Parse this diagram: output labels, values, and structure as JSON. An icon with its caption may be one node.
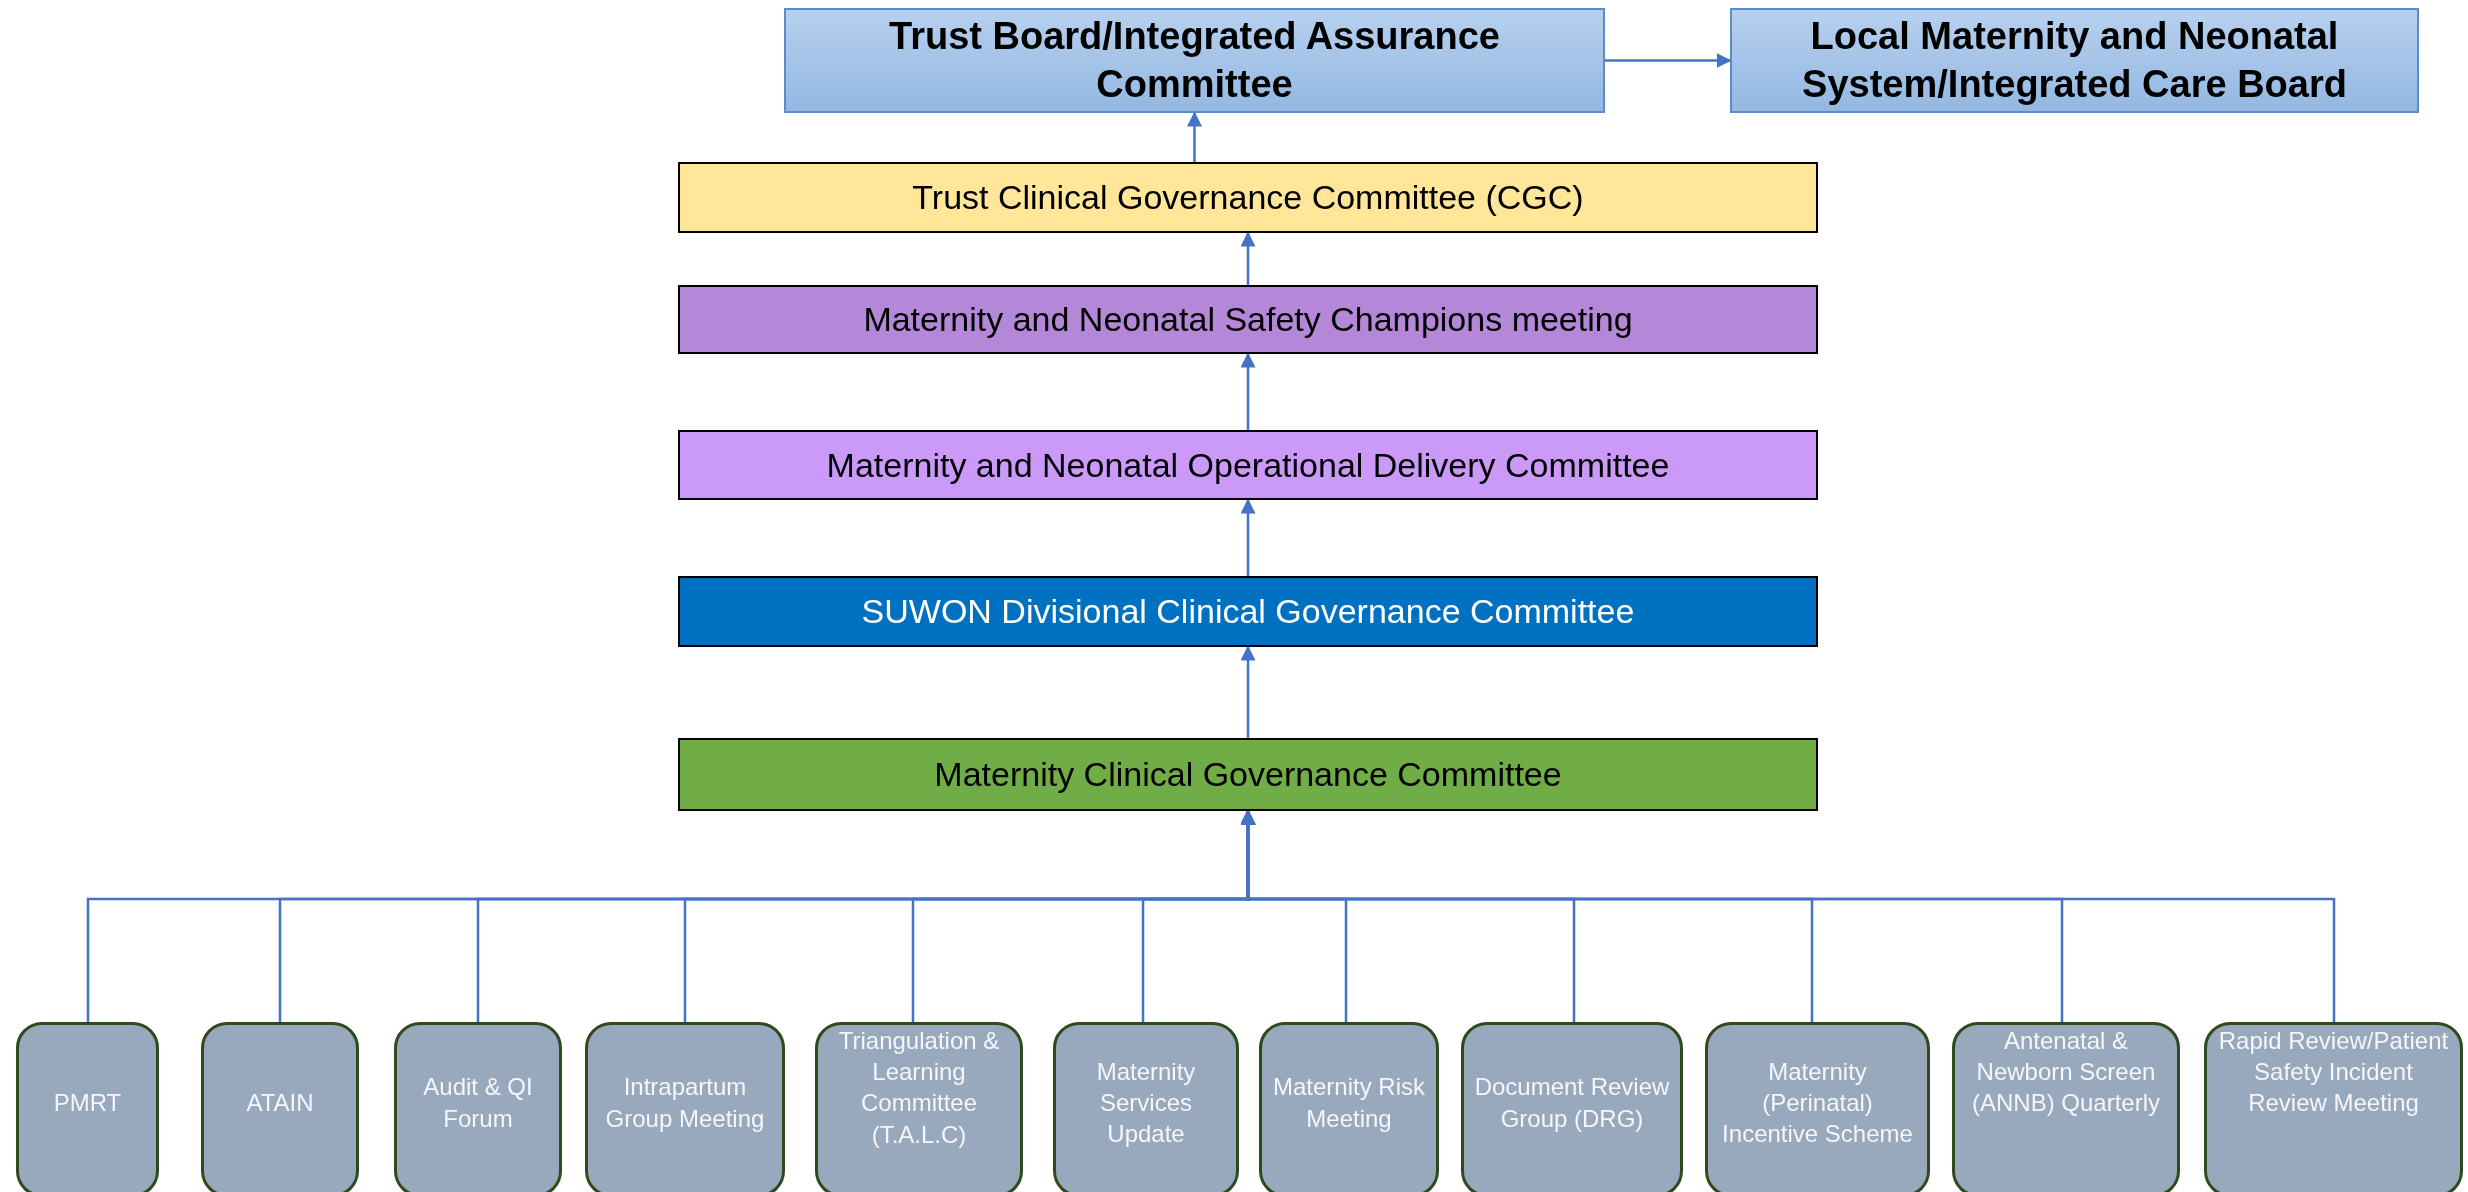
{
  "diagram": {
    "nodes": [
      {
        "text": [
          "Trust Board/Integrated Assurance Committee"
        ]
      },
      {
        "text": [
          "Local Maternity and Neonatal System/Integrated Care Board"
        ]
      },
      {
        "text": [
          "Trust Clinical Governance Committee (CGC)"
        ]
      },
      {
        "text": [
          "Maternity and Neonatal Safety Champions meeting"
        ]
      },
      {
        "text": [
          "Maternity and Neonatal Operational Delivery Committee"
        ]
      },
      {
        "text": [
          "SUWON Divisional Clinical Governance Committee"
        ]
      },
      {
        "text": [
          "Maternity Clinical Governance Committee"
        ]
      },
      {
        "text": [
          "PMRT"
        ]
      },
      {
        "text": [
          "ATAIN"
        ]
      },
      {
        "text": [
          "Audit & QI Forum"
        ]
      },
      {
        "text": [
          "Intrapartum Group Meeting"
        ]
      },
      {
        "text": [
          "Triangulation & Learning Committee (T.A.L.C)"
        ]
      },
      {
        "text": [
          "Maternity Services Update"
        ]
      },
      {
        "text": [
          "Maternity Risk Meeting"
        ]
      },
      {
        "text": [
          "Document Review Group (DRG)"
        ]
      },
      {
        "text": [
          "Maternity (Perinatal) Incentive Scheme"
        ]
      },
      {
        "text": [
          "Antenatal & Newborn Screen (ANNB) Quarterly"
        ]
      },
      {
        "text": [
          "Rapid Review/Patient Safety Incident Review Meeting"
        ]
      }
    ],
    "edges": [
      {
        "from": 0,
        "to": 1,
        "arrow": "to"
      },
      {
        "from": 2,
        "to": 0,
        "arrow": "to"
      },
      {
        "from": 3,
        "to": 2,
        "arrow": "to"
      },
      {
        "from": 4,
        "to": 3,
        "arrow": "to"
      },
      {
        "from": 5,
        "to": 4,
        "arrow": "to"
      },
      {
        "from": 6,
        "to": 5,
        "arrow": "to"
      },
      {
        "from": 7,
        "to": 6,
        "arrow": "to"
      },
      {
        "from": 8,
        "to": 6,
        "arrow": "to"
      },
      {
        "from": 9,
        "to": 6,
        "arrow": "to"
      },
      {
        "from": 10,
        "to": 6,
        "arrow": "to"
      },
      {
        "from": 11,
        "to": 6,
        "arrow": "to"
      },
      {
        "from": 12,
        "to": 6,
        "arrow": "to"
      },
      {
        "from": 13,
        "to": 6,
        "arrow": "to"
      },
      {
        "from": 14,
        "to": 6,
        "arrow": "to"
      },
      {
        "from": 15,
        "to": 6,
        "arrow": "to"
      },
      {
        "from": 16,
        "to": 6,
        "arrow": "to"
      },
      {
        "from": 17,
        "to": 6,
        "arrow": "to"
      }
    ]
  }
}
